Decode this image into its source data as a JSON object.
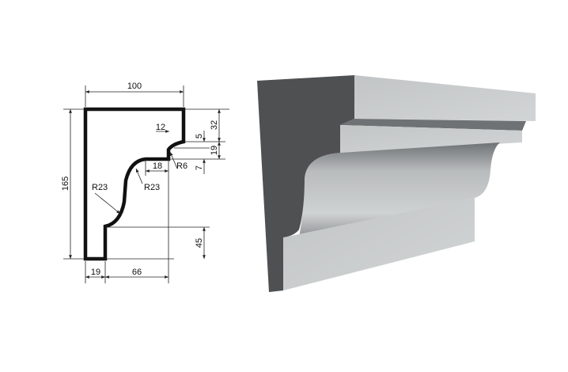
{
  "drawing": {
    "dimensions": {
      "width_top": "100",
      "height_total": "165",
      "top_band": "32",
      "fillet_offset": "5",
      "step_height": "19",
      "lower_step": "7",
      "bottom_band": "45",
      "base_width": "19",
      "cove_width": "66",
      "step_depth": "12",
      "cove_step": "18",
      "radius_small": "R6",
      "radius_cove_upper": "R23",
      "radius_cove_lower": "R23"
    }
  },
  "render": {
    "colors": {
      "end_face": "#4e5052",
      "face_light": "#c9cccc",
      "face_shadow": "#8d9092"
    }
  }
}
